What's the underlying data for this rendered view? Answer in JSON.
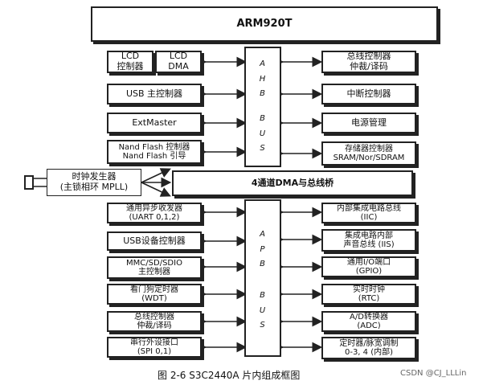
{
  "top": {
    "title": "ARM920T"
  },
  "ahb": {
    "letters": [
      "A",
      "H",
      "B"
    ],
    "bus": [
      "B",
      "U",
      "S"
    ]
  },
  "apb": {
    "letters": [
      "A",
      "P",
      "B"
    ],
    "bus": [
      "B",
      "U",
      "S"
    ]
  },
  "left_ahb": [
    {
      "line1": "LCD",
      "line2": "控制器"
    },
    {
      "line1": "LCD",
      "line2": "DMA"
    },
    {
      "line1": "USB 主控制器"
    },
    {
      "line1": "ExtMaster"
    },
    {
      "line1": "Nand Flash 控制器",
      "line2": "Nand Flash 引导"
    }
  ],
  "right_ahb": [
    {
      "line1": "总线控制器",
      "line2": "仲裁/译码"
    },
    {
      "line1": "中断控制器"
    },
    {
      "line1": "电源管理"
    },
    {
      "line1": "存储器控制器",
      "line2": "SRAM/Nor/SDRAM"
    }
  ],
  "clock": {
    "line1": "时钟发生器",
    "line2": "(主锁相环  MPLL)"
  },
  "dma": {
    "label": "4通道DMA与总线桥"
  },
  "left_apb": [
    {
      "line1": "通用异步收发器",
      "line2": "(UART 0,1,2)"
    },
    {
      "line1": "USB设备控制器"
    },
    {
      "line1": "MMC/SD/SDIO",
      "line2": "主控制器"
    },
    {
      "line1": "看门狗定时器",
      "line2": "(WDT)"
    },
    {
      "line1": "总线控制器",
      "line2": "仲裁/译码"
    },
    {
      "line1": "串行外设接口",
      "line2": "(SPI 0,1)"
    }
  ],
  "right_apb": [
    {
      "line1": "内部集成电路总线",
      "line2": "(IIC)"
    },
    {
      "line1": "集成电路内部",
      "line2": "声音总线 (IIS)"
    },
    {
      "line1": "通用I/O端口",
      "line2": "(GPIO)"
    },
    {
      "line1": "实时时钟",
      "line2": "(RTC)"
    },
    {
      "line1": "A/D转换器",
      "line2": "(ADC)"
    },
    {
      "line1": "定时器/脉宽调制",
      "line2": "0-3, 4 (内部)"
    }
  ],
  "caption": "图 2-6    S3C2440A 片内组成框图",
  "watermark": "CSDN @CJ_LLLin"
}
